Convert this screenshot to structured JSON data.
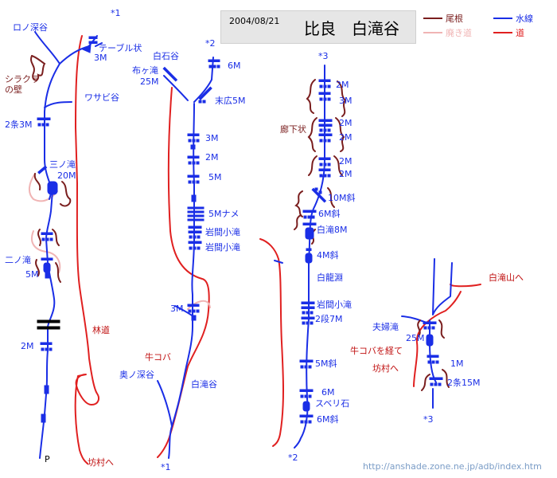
{
  "header": {
    "date": "2004/08/21",
    "title": "比良　白滝谷"
  },
  "legend": [
    {
      "label": "尾根",
      "color": "#7a1e1e",
      "kind": "ridge"
    },
    {
      "label": "水線",
      "color": "#1a2ee6",
      "kind": "stream"
    },
    {
      "label": "廃き道",
      "color": "#f0b4b4",
      "kind": "abandoned"
    },
    {
      "label": "道",
      "color": "#e02020",
      "kind": "road"
    }
  ],
  "footer": {
    "url": "http://anshade.zone.ne.jp/adb/index.htm"
  },
  "colors": {
    "stream": "#1a2ee6",
    "road": "#e02020",
    "ridge": "#7a1e1e",
    "abandoned": "#f0b4b4"
  },
  "labels": {
    "s1_top": "*1",
    "kuchi": "ロノ深谷",
    "table": "テーブル状",
    "m3a": "3M",
    "shirakura": "シラクラ\nの壁",
    "wasabi": "ワサビ谷",
    "nijo3": "2条3M",
    "sannotaki": "三ノ滝",
    "m20": "20M",
    "ninotaki": "二ノ滝",
    "m5a": "5M",
    "rindo": "林道",
    "m2a": "2M",
    "p": "P",
    "bomura1": "坊村へ",
    "s2_top": "*2",
    "shiraishi": "白石谷",
    "nunogataki": "布ヶ滝",
    "m25a": "25M",
    "m6a": "6M",
    "suehiro": "末広5M",
    "m3b": "3M",
    "m2b": "2M",
    "m5b": "5M",
    "m5name": "5Mナメ",
    "iwama1": "岩間小滝",
    "iwama2": "岩間小滝",
    "m3c": "3M",
    "ushikoba1": "牛コバ",
    "okunofuka": "奥ノ深谷",
    "shirataki": "白滝谷",
    "s1_bot": "*1",
    "s3_top": "*3",
    "m2c": "2M",
    "m3d": "3M",
    "roka": "廊下状",
    "m2d": "2M",
    "m2e": "2M",
    "m2f": "2M",
    "m2g": "2M",
    "m10": "10M斜",
    "m6b": "6M斜",
    "shirataki8": "白滝8M",
    "m4": "4M斜",
    "hakuryu": "白龍淵",
    "iwama3": "岩間小滝",
    "nidan7": "2段7M",
    "m5c": "5M斜",
    "m6c": "6M",
    "suberi": "スベリ石",
    "m6d": "6M斜",
    "s2_bot": "*2",
    "shiratakiyama": "白滝山へ",
    "meoto": "夫婦滝",
    "m25b": "25M",
    "ushikoba2": "牛コバを経て\n坊村へ",
    "m1": "1M",
    "nijo15": "2条15M",
    "s3_bot": "*3"
  }
}
